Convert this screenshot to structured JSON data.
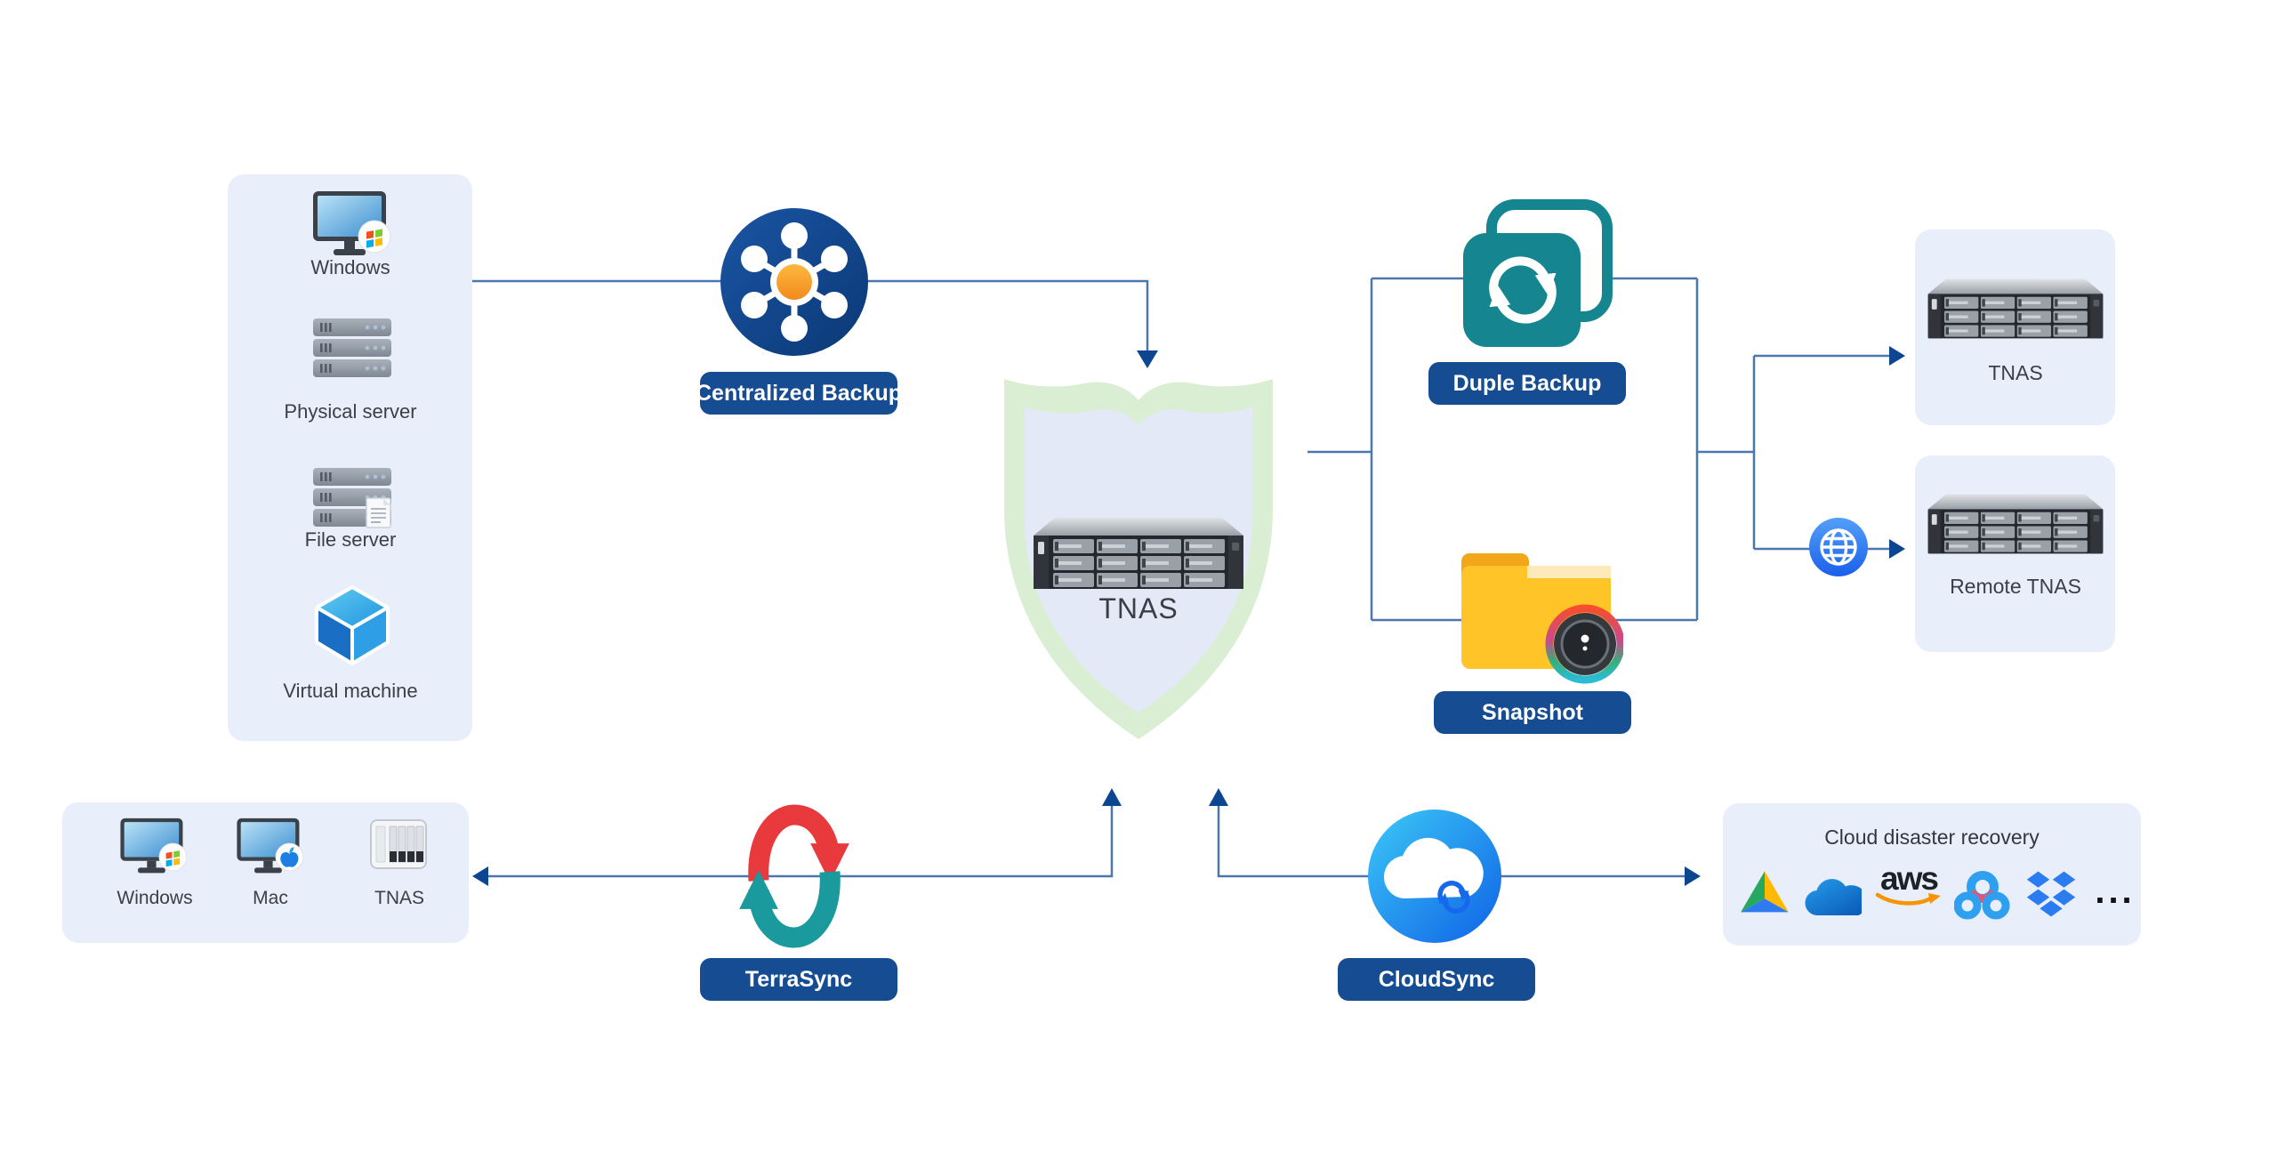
{
  "colors": {
    "connector": "#4a77ad",
    "arrowhead": "#0d4690",
    "pill_bg": "#164c92",
    "panel_bg": "#e9eefb",
    "shield_border": "#d9eed2",
    "shield_fill": "#e4e9f8",
    "hub_navy": "#0c3a77",
    "hub_orange": "#f59120",
    "duple_teal": "#15858f",
    "terrasync_red": "#e8393d",
    "terrasync_teal": "#1a9a9c",
    "cloudsync_blue": "#0f62e6",
    "folder_yellow": "#ffc427"
  },
  "left_panel": {
    "items": [
      {
        "label": "Windows",
        "icon": "windows-pc-icon"
      },
      {
        "label": "Physical server",
        "icon": "physical-server-icon"
      },
      {
        "label": "File server",
        "icon": "file-server-icon"
      },
      {
        "label": "Virtual machine",
        "icon": "virtual-machine-icon"
      }
    ]
  },
  "modules": {
    "centralized_backup": "Centralized Backup",
    "duple_backup": "Duple Backup",
    "snapshot": "Snapshot",
    "terrasync": "TerraSync",
    "cloudsync": "CloudSync"
  },
  "center_tnas": {
    "label": "TNAS"
  },
  "right_targets": {
    "tnas_label": "TNAS",
    "remote_tnas_label": "Remote TNAS"
  },
  "bottom_left_panel": {
    "items": [
      {
        "label": "Windows",
        "icon": "windows-pc-icon"
      },
      {
        "label": "Mac",
        "icon": "mac-pc-icon"
      },
      {
        "label": "TNAS",
        "icon": "tnas-tower-icon"
      }
    ]
  },
  "cloud_panel": {
    "title": "Cloud disaster recovery",
    "providers": [
      "google-drive",
      "onedrive",
      "aws",
      "baidu-netdisk",
      "dropbox",
      "more"
    ],
    "aws_label": "aws",
    "more_label": "..."
  }
}
